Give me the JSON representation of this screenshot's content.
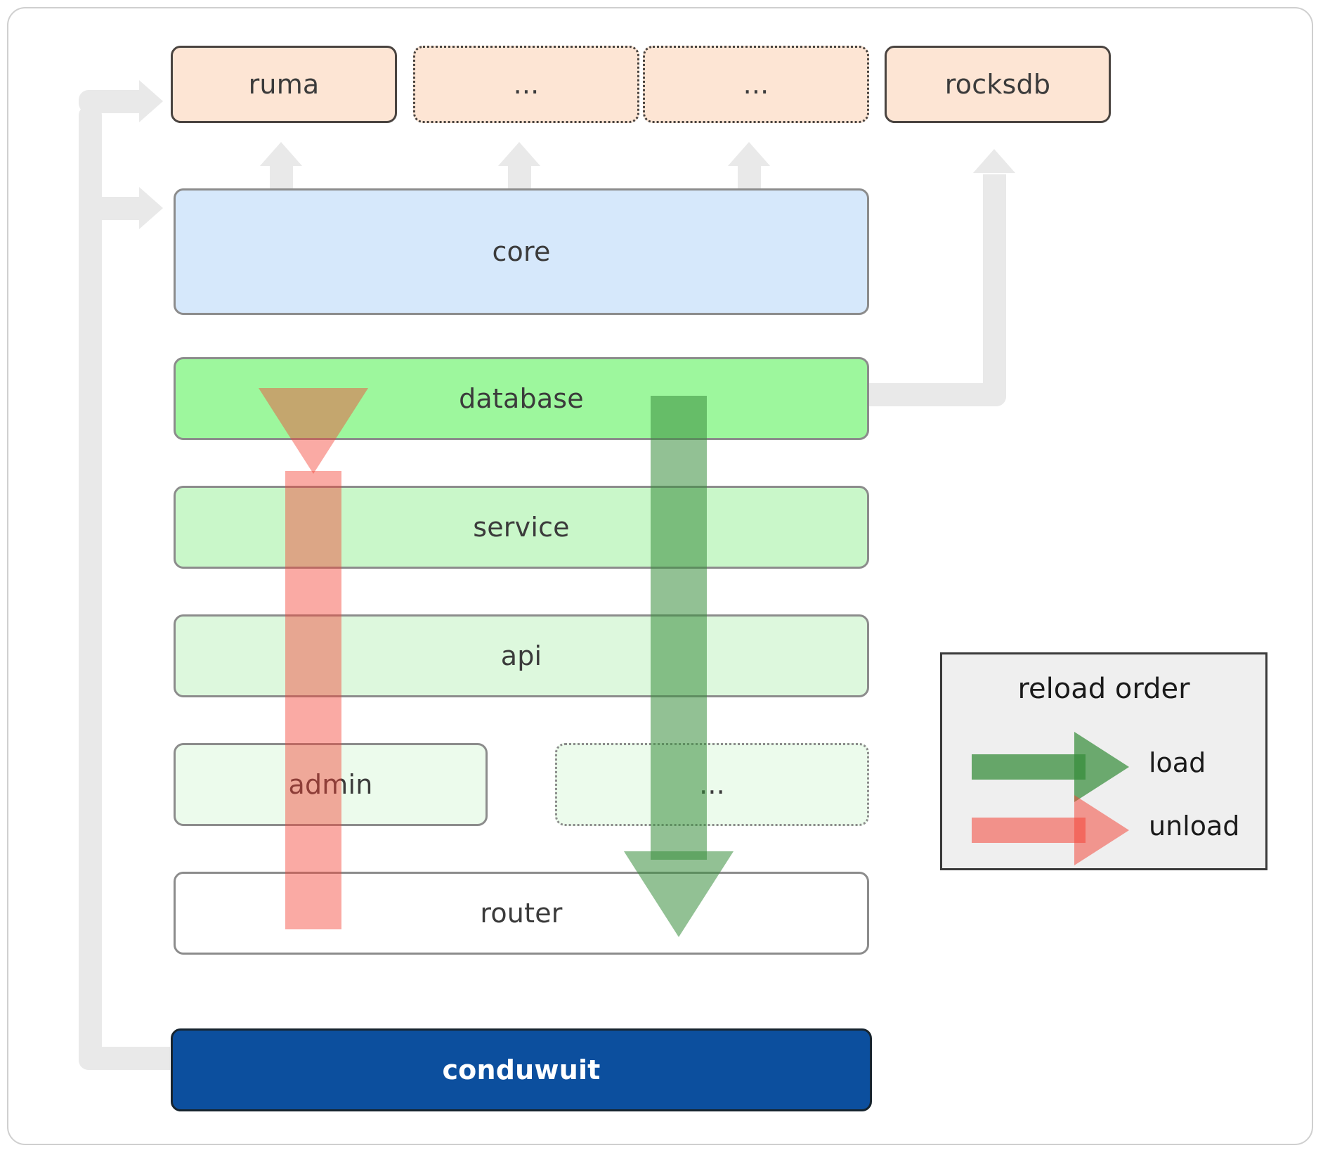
{
  "diagram": {
    "dependencies": [
      {
        "label": "ruma",
        "style": "solid"
      },
      {
        "label": "...",
        "style": "dotted"
      },
      {
        "label": "...",
        "style": "dotted"
      },
      {
        "label": "rocksdb",
        "style": "solid"
      }
    ],
    "layers": [
      {
        "label": "core",
        "style": "solid"
      },
      {
        "label": "database",
        "style": "solid"
      },
      {
        "label": "service",
        "style": "solid"
      },
      {
        "label": "api",
        "style": "solid"
      },
      {
        "label": "admin",
        "style": "solid"
      },
      {
        "label": "...",
        "style": "dotted"
      },
      {
        "label": "router",
        "style": "solid"
      }
    ],
    "root": {
      "label": "conduwuit"
    }
  },
  "legend": {
    "title": "reload order",
    "entries": [
      {
        "label": "load",
        "color": "#388e3c"
      },
      {
        "label": "unload",
        "color": "#f44336"
      }
    ]
  },
  "colors": {
    "dependency_fill": "#fde5d4",
    "core_fill": "#d6e8fb",
    "database_fill": "#9df79d",
    "service_fill": "#c9f7c9",
    "api_fill": "#ddf8dd",
    "admin_fill": "#ecfbec",
    "router_fill": "#ffffff",
    "root_fill": "#0c4f9e",
    "connector": "#e9e9e9",
    "legend_fill": "#efefef"
  }
}
